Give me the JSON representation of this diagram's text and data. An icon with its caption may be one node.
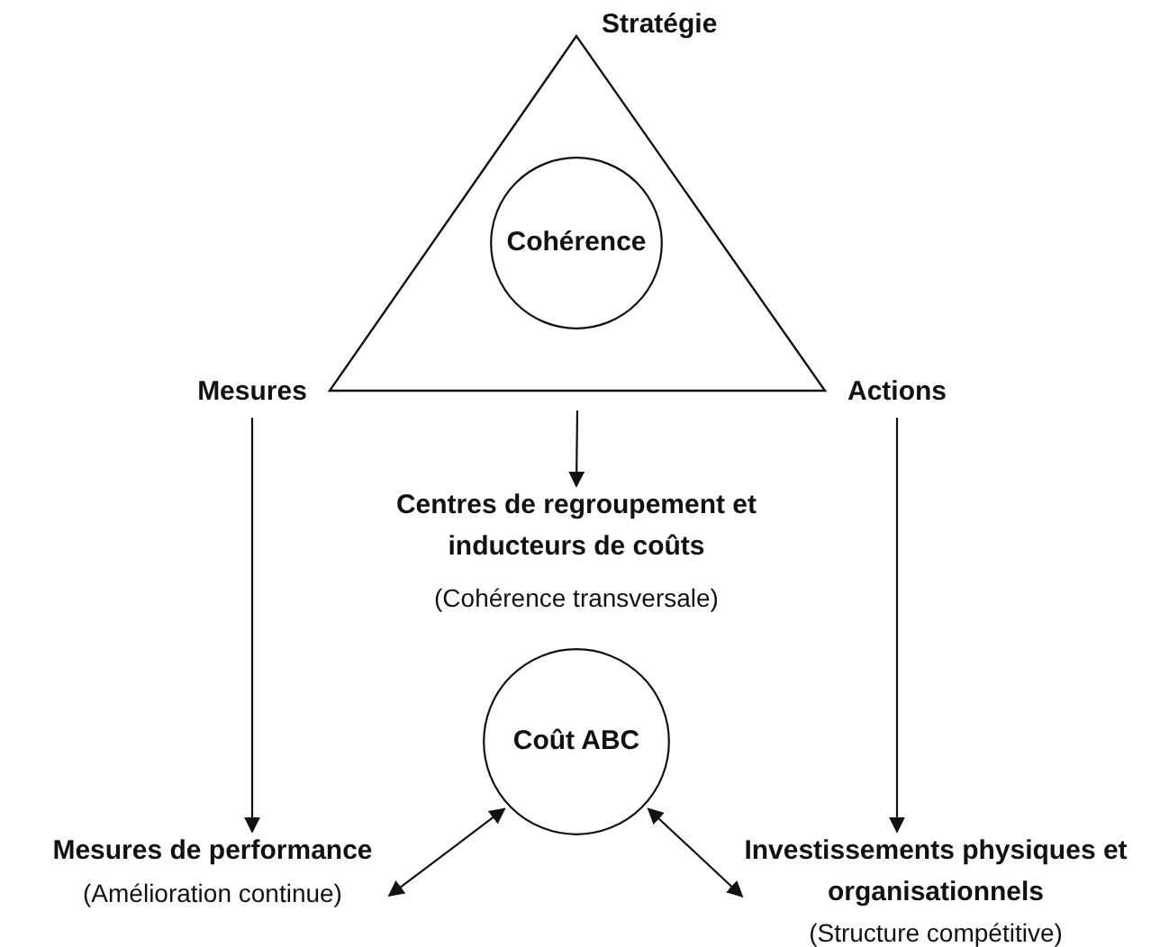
{
  "diagram": {
    "nodes": [
      {
        "text": [
          "Stratégie"
        ]
      },
      {
        "text": [
          "Cohérence"
        ],
        "in": 0
      },
      {
        "text": [
          "Mesures"
        ]
      },
      {
        "text": [
          "Actions"
        ]
      },
      {
        "text": [
          "Centres de regroupement et inducteurs de coûts",
          "(Cohérence transversale)"
        ]
      },
      {
        "text": [
          "Coût ABC"
        ]
      },
      {
        "text": [
          "Mesures de performance",
          "(Amélioration continue)"
        ]
      },
      {
        "text": [
          "Investissements physiques et organisationnels",
          "(Structure compétitive)"
        ]
      }
    ],
    "edges": [
      {
        "from": 0,
        "to": 4,
        "arrow": "to"
      },
      {
        "from": 2,
        "to": 6,
        "arrow": "to"
      },
      {
        "from": 3,
        "to": 7,
        "arrow": "to"
      },
      {
        "from": 5,
        "to": 6,
        "arrow": "both"
      },
      {
        "from": 5,
        "to": 7,
        "arrow": "both"
      }
    ]
  }
}
